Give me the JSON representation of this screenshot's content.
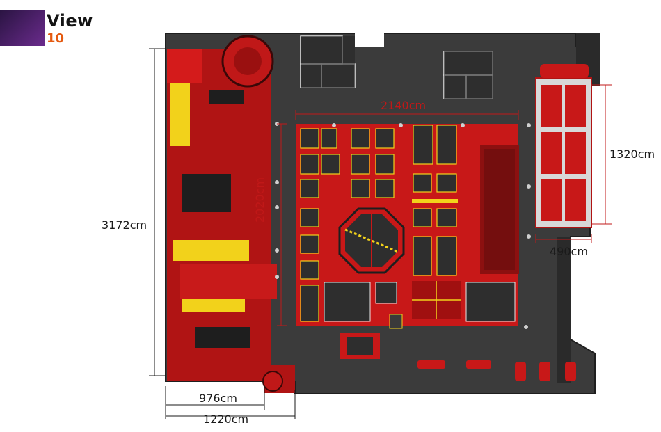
{
  "header": {
    "view_label": "View",
    "view_number": "10"
  },
  "dimensions": {
    "total_height": "3172cm",
    "central_width": "2140cm",
    "central_height": "2020cm",
    "right_height": "1320cm",
    "right_width": "490cm",
    "bottom_width_inner": "976cm",
    "bottom_width_outer": "1220cm"
  },
  "colors": {
    "floor": "#3c3c3c",
    "wall": "#2a2a2a",
    "accent_red": "#d01818",
    "accent_yellow": "#f2d21b",
    "badge_purple": "#5b2478",
    "view_number_orange": "#e55a10",
    "dimension_red": "#c01818"
  }
}
